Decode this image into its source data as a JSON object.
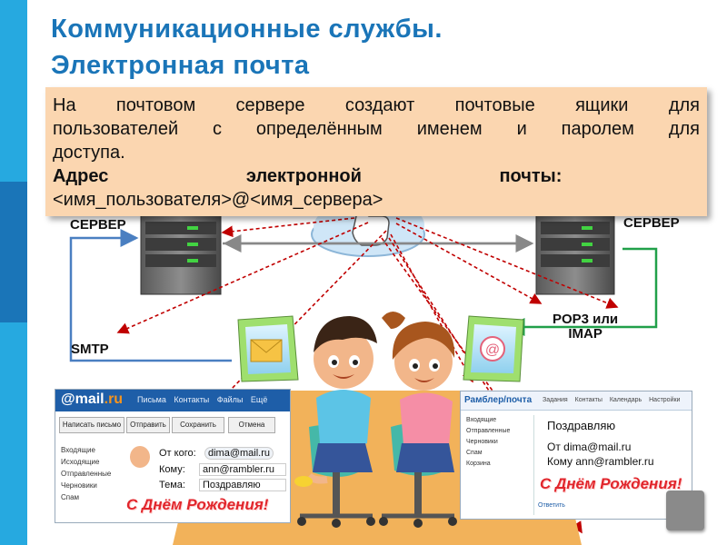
{
  "title": {
    "line1": "Коммуникационные службы.",
    "line2": "Электронная почта"
  },
  "info": {
    "line1": [
      "На",
      "почтовом",
      "сервере",
      "создают",
      "почтовые",
      "ящики",
      "для"
    ],
    "line2": [
      "пользователей",
      "с",
      "определённым",
      "именем",
      "и",
      "паролем",
      "для"
    ],
    "line3": "доступа.",
    "address_label": [
      "Адрес",
      "электронной",
      "почты:"
    ],
    "address_format": "<имя_пользователя>@<имя_сервера>"
  },
  "labels": {
    "server_left": "СЕРВЕР",
    "server_right": "СЕРВЕР",
    "smtp": "SMTP",
    "pop3_line1": "POP3 или",
    "pop3_line2": "IMAP"
  },
  "mailru": {
    "logo_prefix": "@mail",
    "logo_suffix": ".ru",
    "nav": [
      "Письма",
      "Контакты",
      "Файлы",
      "Ещё"
    ],
    "toolbar": [
      "Написать письмо",
      "Отправить",
      "Сохранить",
      "Отмена"
    ],
    "folders": [
      "Входящие",
      "Исходящие",
      "Отправленные",
      "Черновики",
      "Спам"
    ],
    "from_label": "От кого:",
    "from_value": "dima@mail.ru",
    "to_label": "Кому:",
    "to_value": "ann@rambler.ru",
    "subject_label": "Тема:",
    "subject_value": "Поздравляю",
    "greeting": "С Днём Рождения!"
  },
  "rambler": {
    "logo": "Рамблер/почта",
    "nav": [
      "Задания",
      "Контакты",
      "Календарь",
      "Настройки"
    ],
    "folders": [
      "Входящие",
      "Отправленные",
      "Черновики",
      "Спам",
      "Корзина"
    ],
    "subject": "Поздравляю",
    "from": "От dima@mail.ru",
    "to": "Кому ann@rambler.ru",
    "greeting": "С Днём Рождения!",
    "footer": "Ответить"
  },
  "colors": {
    "title": "#1a75b8",
    "infobox": "#fbd6b0",
    "red_arrows": "#c00000",
    "green_link": "#21a04a",
    "blue_link": "#4a7fc1",
    "sidebar_dark": "#1a75b8",
    "sidebar_light": "#26a9e0"
  },
  "icons": [
    "server-icon",
    "cloud-icon",
    "hand-pointer-icon",
    "envelope-icon",
    "at-sign-icon",
    "monitor-icon",
    "back-arrow-icon"
  ]
}
